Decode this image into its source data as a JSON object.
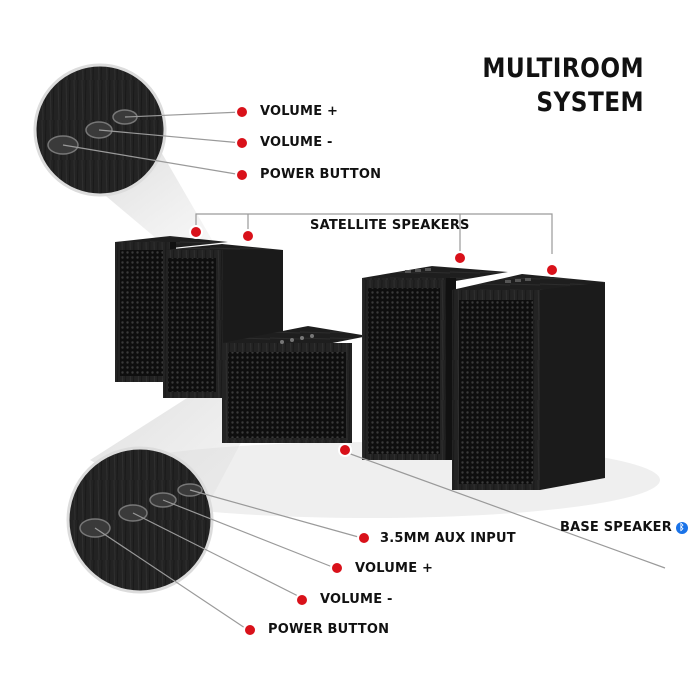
{
  "title": {
    "line1": "MULTIROOM",
    "line2": "SYSTEM"
  },
  "top_callouts": {
    "volume_plus": "VOLUME +",
    "volume_minus": "VOLUME -",
    "power_button": "POWER BUTTON"
  },
  "satellite_label": "SATELLITE SPEAKERS",
  "base_label": "BASE SPEAKER",
  "bottom_callouts": {
    "aux_input": "3.5MM AUX INPUT",
    "volume_plus": "VOLUME +",
    "volume_minus": "VOLUME -",
    "power_button": "POWER BUTTON"
  },
  "icons": {
    "bluetooth": "bluetooth-icon",
    "marker": "red-dot-marker"
  },
  "colors": {
    "marker": "#d9111a",
    "speaker": "#1c1c1c",
    "text": "#111111",
    "bluetooth": "#1a73e8"
  }
}
